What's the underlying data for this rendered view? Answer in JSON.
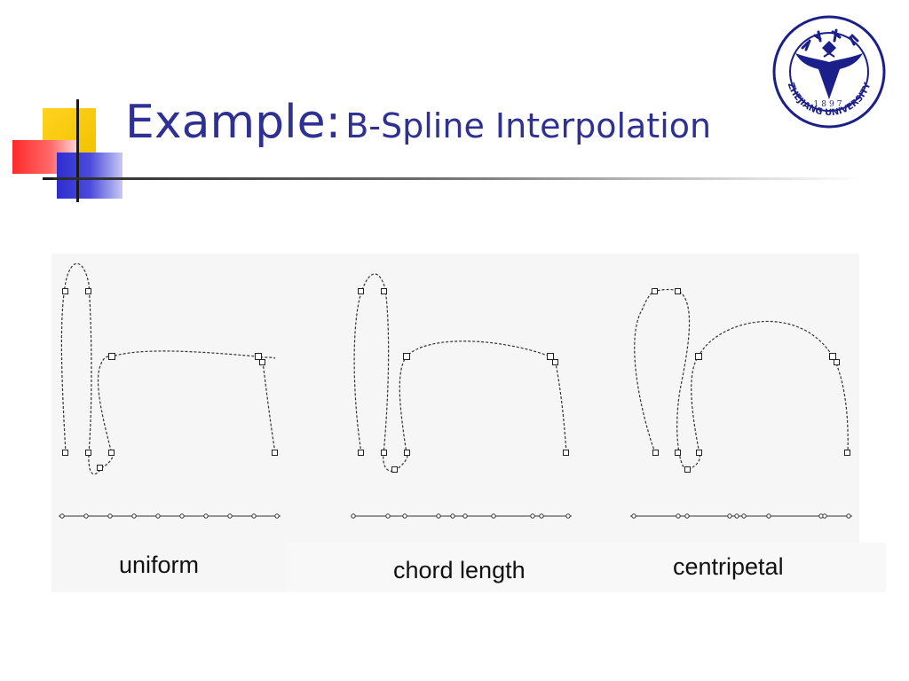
{
  "title": {
    "main": "Example:",
    "sub": "B-Spline Interpolation"
  },
  "logo": {
    "text": "ZHEJIANG UNIVERSITY",
    "year": "1897"
  },
  "panels": [
    {
      "label": "uniform"
    },
    {
      "label": "chord length"
    },
    {
      "label": "centripetal"
    }
  ],
  "colors": {
    "title": "#2f3192",
    "accent_yellow": "#ffcc00",
    "accent_red": "#ff3333",
    "accent_blue": "#3333cc"
  }
}
